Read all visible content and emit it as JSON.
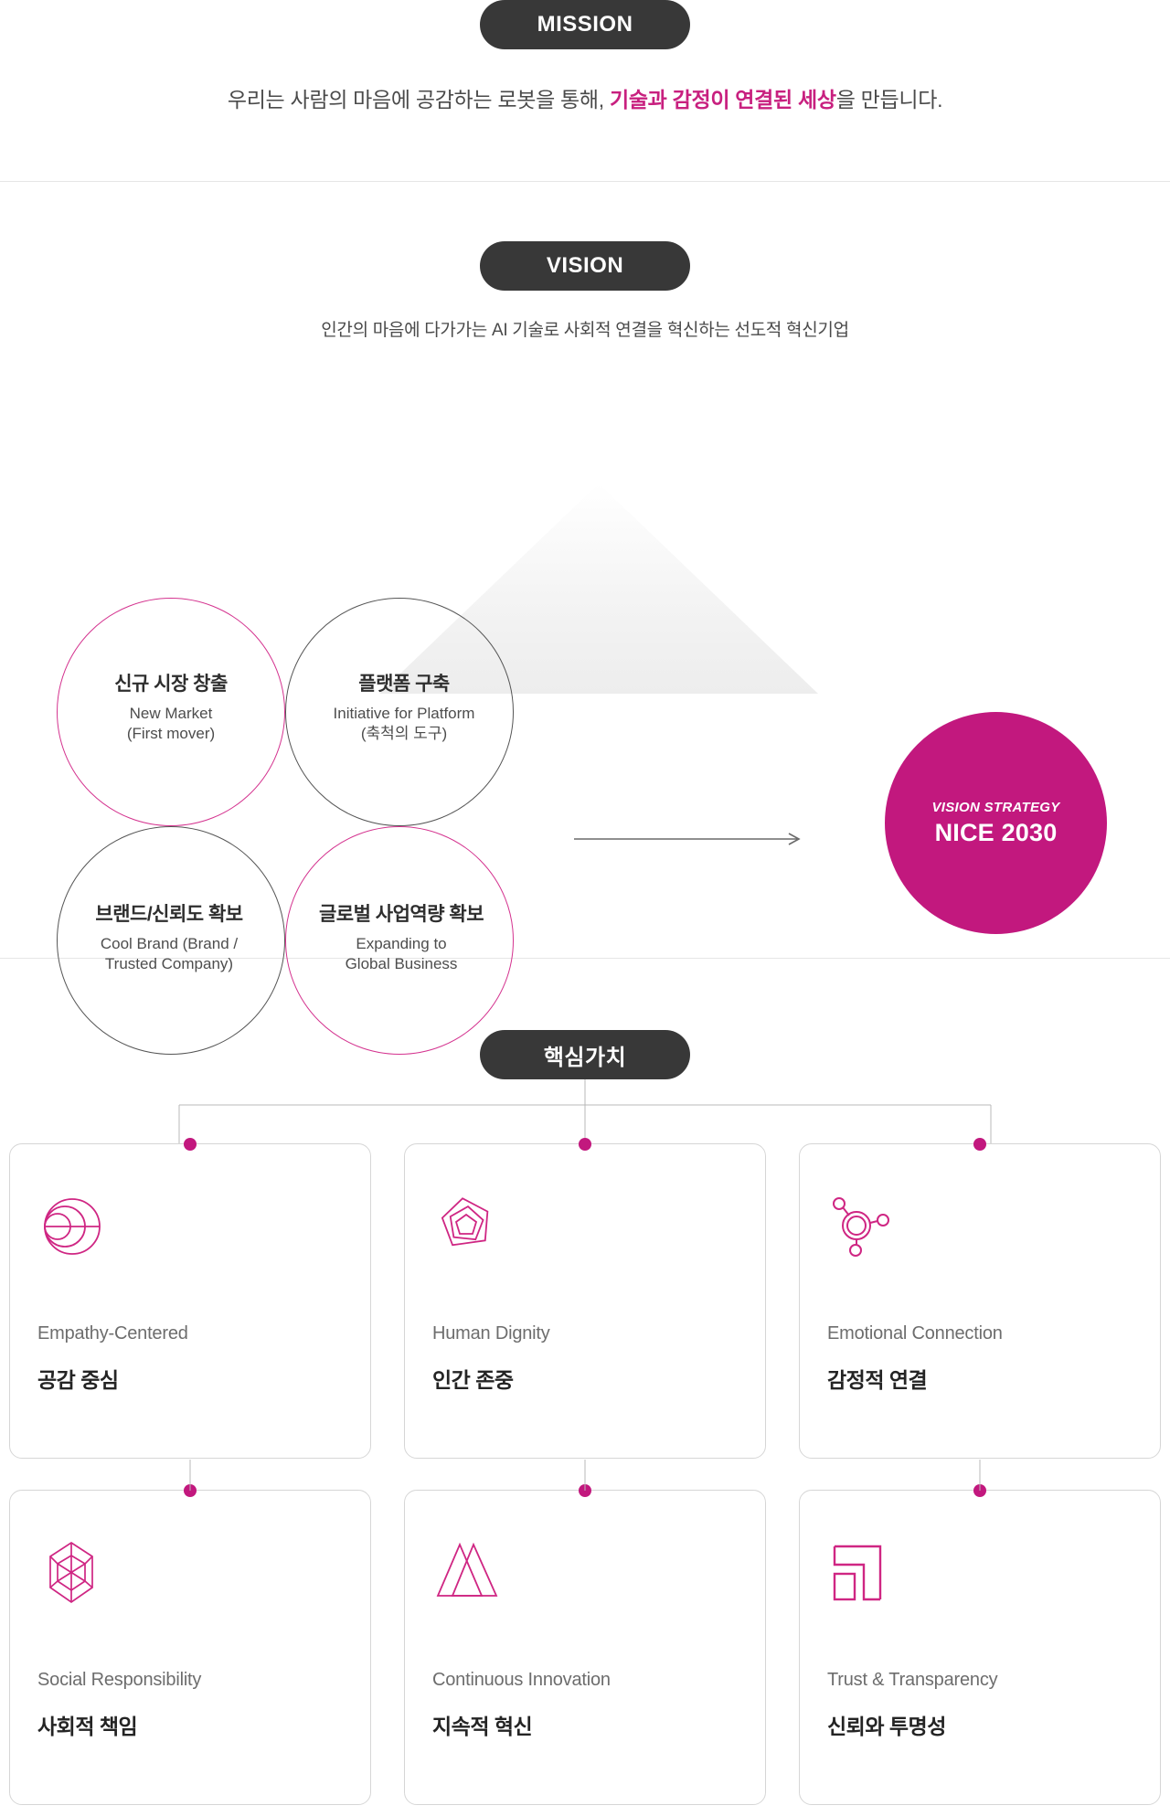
{
  "mission": {
    "badge": "MISSION",
    "text_before": "우리는 사람의 마음에 공감하는 로봇을 통해, ",
    "text_highlight": "기술과 감정이 연결된 세상",
    "text_after": "을 만듭니다."
  },
  "vision": {
    "badge": "VISION",
    "subtitle": "인간의 마음에 다가가는 AI 기술로 사회적 연결을 혁신하는 선도적 혁신기업",
    "circles": [
      {
        "kr": "신규 시장 창출",
        "en_line1": "New Market",
        "en_line2": "(First mover)",
        "stroke": "#d4338f"
      },
      {
        "kr": "플랫폼 구축",
        "en_line1": "Initiative for Platform",
        "en_line2": "(축척의 도구)",
        "stroke": "#555555"
      },
      {
        "kr": "브랜드/신뢰도 확보",
        "en_line1": "Cool Brand (Brand /",
        "en_line2": "Trusted Company)",
        "stroke": "#555555"
      },
      {
        "kr": "글로벌 사업역량 확보",
        "en_line1": "Expanding to",
        "en_line2": "Global Business",
        "stroke": "#d4338f"
      }
    ],
    "strategy": {
      "label": "VISION STRATEGY",
      "name": "NICE 2030",
      "color": "#c2187e"
    }
  },
  "core_values": {
    "badge": "핵심가치",
    "accent": "#c2187e",
    "cards": [
      {
        "icon": "concentric-circles-icon",
        "en": "Empathy-Centered",
        "kr": "공감 중심"
      },
      {
        "icon": "nested-polygon-icon",
        "en": "Human Dignity",
        "kr": "인간 존중"
      },
      {
        "icon": "molecule-network-icon",
        "en": "Emotional Connection",
        "kr": "감정적 연결"
      },
      {
        "icon": "crystal-cube-icon",
        "en": "Social Responsibility",
        "kr": "사회적 책임"
      },
      {
        "icon": "mountain-triangles-icon",
        "en": "Continuous Innovation",
        "kr": "지속적 혁신"
      },
      {
        "icon": "blocks-transparency-icon",
        "en": "Trust & Transparency",
        "kr": "신뢰와 투명성"
      }
    ]
  }
}
